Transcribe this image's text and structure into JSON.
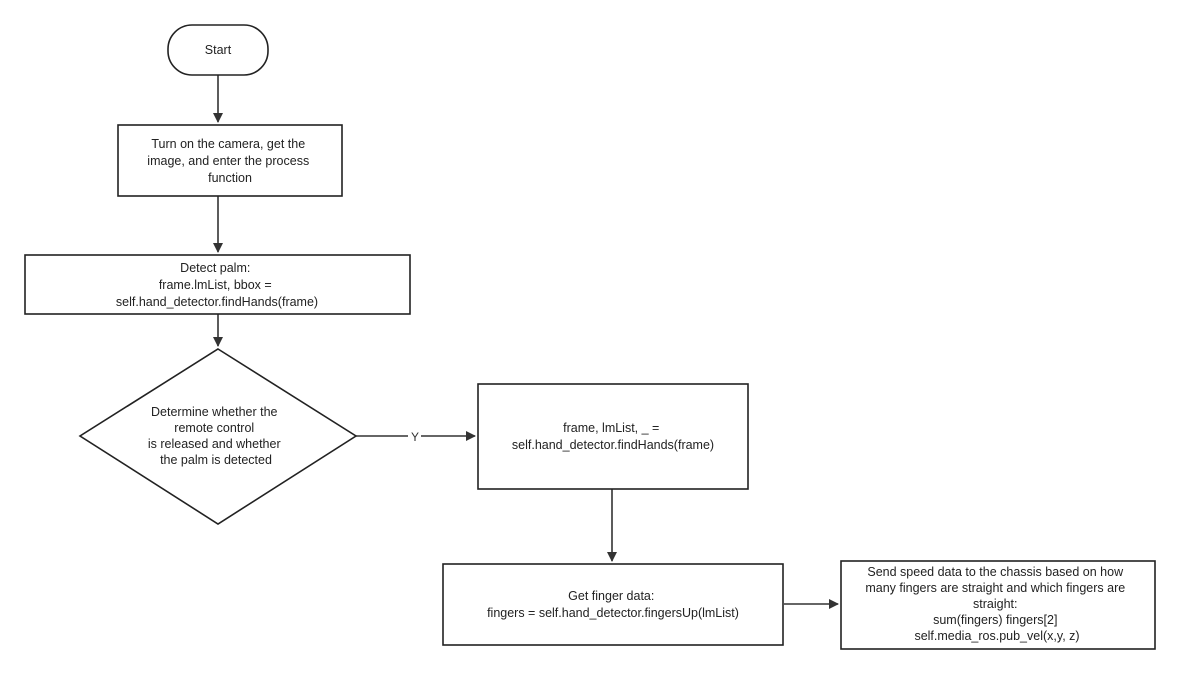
{
  "diagram": {
    "nodes": [
      {
        "id": "start",
        "shape": "terminator",
        "lines": [
          "Start"
        ]
      },
      {
        "id": "camera",
        "shape": "process",
        "lines": [
          "Turn on the camera, get the",
          "image, and enter the process",
          "function"
        ]
      },
      {
        "id": "detect_palm",
        "shape": "process",
        "lines": [
          "Detect palm:",
          "frame.lmList, bbox =",
          "self.hand_detector.findHands(frame)"
        ]
      },
      {
        "id": "decision",
        "shape": "decision",
        "lines": [
          "Determine whether the",
          "remote control",
          "is released and whether",
          "the palm is detected"
        ]
      },
      {
        "id": "find_hands",
        "shape": "process",
        "lines": [
          "frame, lmList, _ =",
          "self.hand_detector.findHands(frame)"
        ]
      },
      {
        "id": "finger_data",
        "shape": "process",
        "lines": [
          "Get finger data:",
          "fingers = self.hand_detector.fingersUp(lmList)"
        ]
      },
      {
        "id": "send_speed",
        "shape": "process",
        "lines": [
          "Send speed data to the chassis based on how",
          "many fingers are straight and which fingers are",
          "straight:",
          "sum(fingers) fingers[2]",
          "self.media_ros.pub_vel(x,y, z)"
        ]
      }
    ],
    "edges": [
      {
        "from": "start",
        "to": "camera",
        "label": ""
      },
      {
        "from": "camera",
        "to": "detect_palm",
        "label": ""
      },
      {
        "from": "detect_palm",
        "to": "decision",
        "label": ""
      },
      {
        "from": "decision",
        "to": "find_hands",
        "label": "Y"
      },
      {
        "from": "find_hands",
        "to": "finger_data",
        "label": ""
      },
      {
        "from": "finger_data",
        "to": "send_speed",
        "label": ""
      }
    ]
  }
}
